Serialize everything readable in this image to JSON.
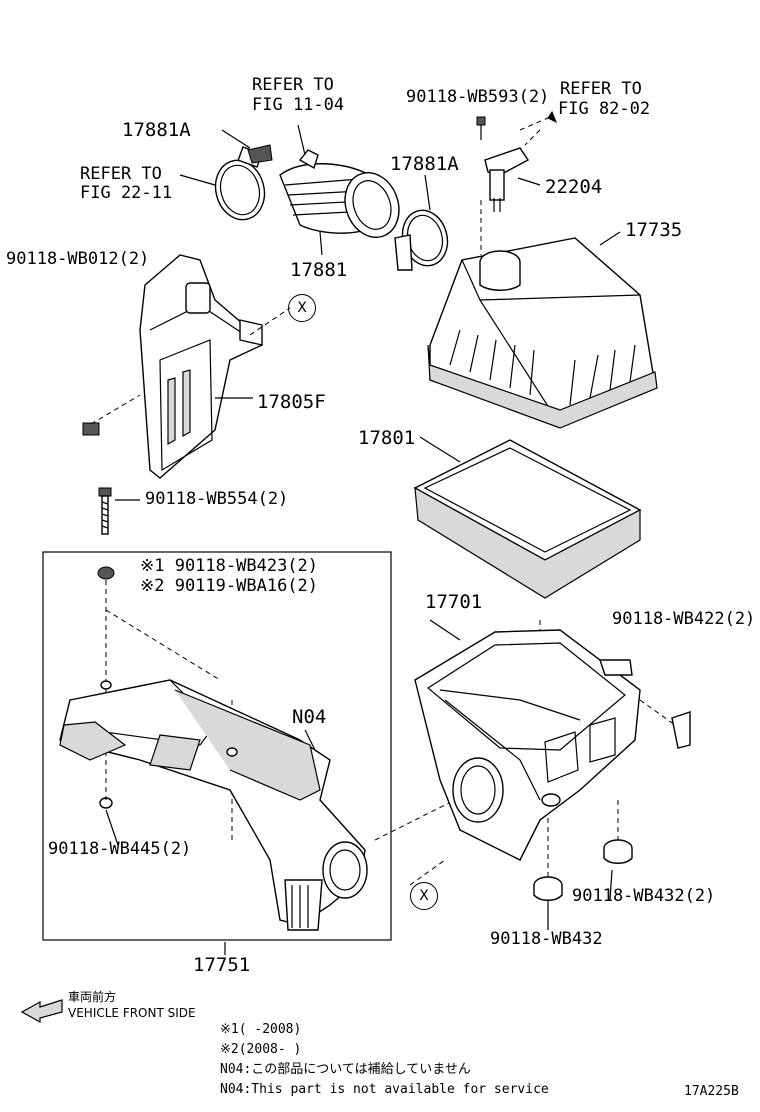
{
  "labels": {
    "refer_fig11_line1": "REFER TO",
    "refer_fig11_line2": "FIG 11-04",
    "p17881A_left": "17881A",
    "refer_fig22_line1": "REFER TO",
    "refer_fig22_line2": "FIG 22-11",
    "p17881": "17881",
    "p17881A_right": "17881A",
    "p90118_WB593": "90118-WB593(2)",
    "refer_fig82_line1": "REFER TO",
    "refer_fig82_line2": "FIG 82-02",
    "p22204": "22204",
    "p17735": "17735",
    "p90118_WB012": "90118-WB012(2)",
    "p17805F": "17805F",
    "p17801": "17801",
    "p90118_WB554": "90118-WB554(2)",
    "p90118_WB423": "※1 90118-WB423(2)",
    "p90119_WBA16": "※2 90119-WBA16(2)",
    "p17701": "17701",
    "p90118_WB422": "90118-WB422(2)",
    "pN04": "N04",
    "p90118_WB445": "90118-WB445(2)",
    "p90118_WB432_2": "90118-WB432(2)",
    "p90118_WB432": "90118-WB432",
    "p17751": "17751",
    "circle_x": "X"
  },
  "legend": {
    "front_jp": "車両前方",
    "front_en": "VEHICLE FRONT SIDE",
    "note1": "※1(    -2008)",
    "note2": "※2(2008-    )",
    "note_n04_jp": "N04:この部品については補給していません",
    "note_n04_en": "N04:This part is not available for service",
    "diagram_id": "17A225B"
  }
}
